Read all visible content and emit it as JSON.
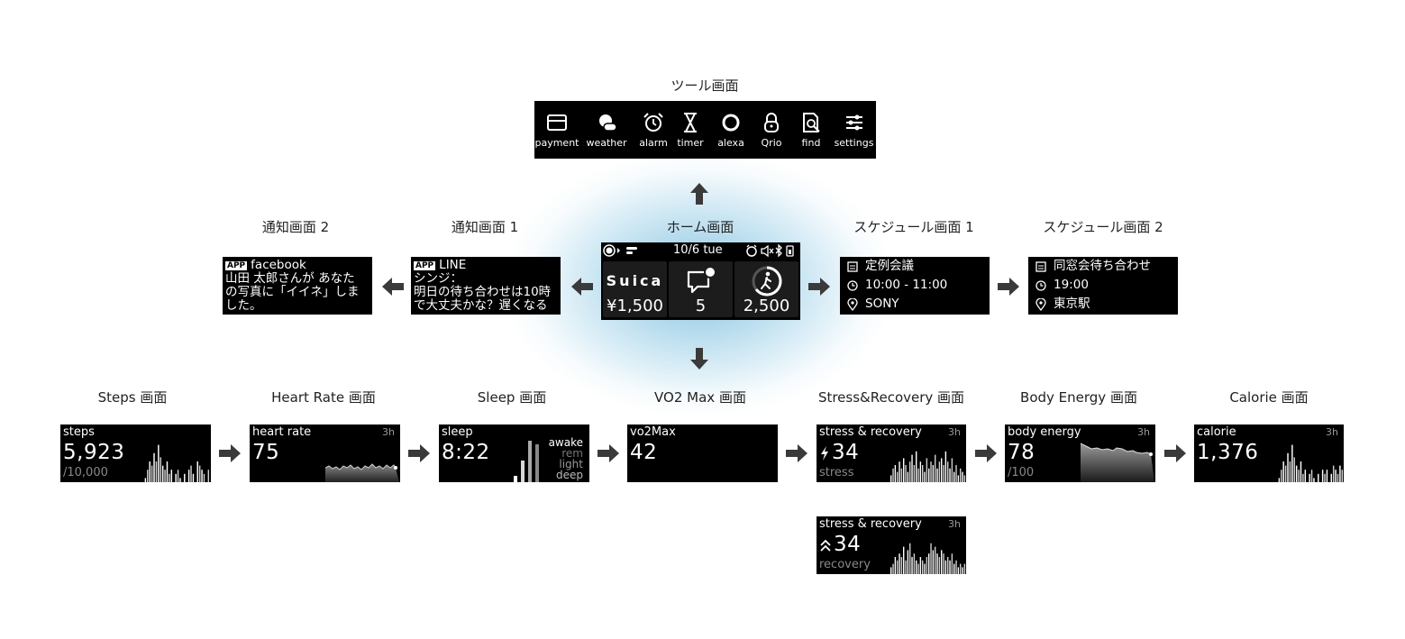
{
  "labels": {
    "tool": "ツール画面",
    "home": "ホーム画面",
    "notif1": "通知画面 1",
    "notif2": "通知画面 2",
    "sched1": "スケジュール画面 1",
    "sched2": "スケジュール画面 2",
    "steps": "Steps 画面",
    "heart": "Heart Rate 画面",
    "sleep": "Sleep 画面",
    "vo2": "VO2 Max 画面",
    "stress": "Stress&Recovery 画面",
    "body": "Body Energy 画面",
    "calorie": "Calorie 画面"
  },
  "tool_items": [
    {
      "label": "payment",
      "icon": "card-icon"
    },
    {
      "label": "weather",
      "icon": "weather-icon"
    },
    {
      "label": "alarm",
      "icon": "alarm-clock-icon"
    },
    {
      "label": "timer",
      "icon": "hourglass-icon"
    },
    {
      "label": "alexa",
      "icon": "alexa-icon"
    },
    {
      "label": "Qrio",
      "icon": "lock-icon"
    },
    {
      "label": "find",
      "icon": "find-icon"
    },
    {
      "label": "settings",
      "icon": "sliders-icon"
    }
  ],
  "home": {
    "date": "10/6 tue",
    "suica_logo": "Suica",
    "suica_value": "¥1,500",
    "message_count": "5",
    "steps_value": "2,500"
  },
  "notif1": {
    "badge": "APP",
    "app": "LINE",
    "lines": [
      "シンジ：",
      "明日の待ち合わせは10時",
      "で大丈夫かな？遅くなる"
    ]
  },
  "notif2": {
    "badge": "APP",
    "app": "facebook",
    "lines": [
      "山田 太郎さんが あなた",
      "の写真に「イイネ」しま",
      "した。"
    ]
  },
  "sched1": {
    "title": "定例会議",
    "time": "10:00 - 11:00",
    "place": "SONY"
  },
  "sched2": {
    "title": "同窓会待ち合わせ",
    "time": "19:00",
    "place": "東京駅"
  },
  "steps": {
    "title": "steps",
    "value": "5,923",
    "sub": "/10,000"
  },
  "heart": {
    "title": "heart rate",
    "period": "3h",
    "value": "75"
  },
  "sleep": {
    "title": "sleep",
    "value": "8:22",
    "legend": [
      "awake",
      "rem",
      "light",
      "deep"
    ]
  },
  "vo2": {
    "title": "vo2Max",
    "value": "42"
  },
  "stress": {
    "title": "stress & recovery",
    "period": "3h",
    "value": "34",
    "sub": "stress"
  },
  "recovery": {
    "title": "stress & recovery",
    "period": "3h",
    "value": "34",
    "sub": "recovery"
  },
  "body": {
    "title": "body energy",
    "period": "3h",
    "value": "78",
    "sub": "/100"
  },
  "calorie": {
    "title": "calorie",
    "period": "3h",
    "value": "1,376"
  },
  "colors": {
    "screen": "#000000",
    "glow": "#7fc3e2",
    "arrow": "#3a3a3a",
    "dim_text": "#888888"
  }
}
